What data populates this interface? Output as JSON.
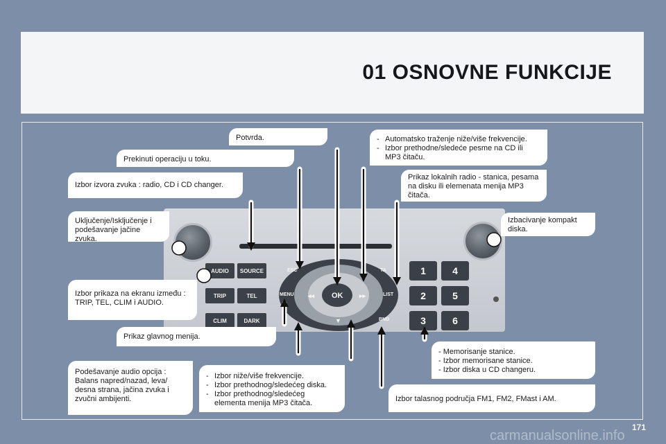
{
  "header": {
    "title": "01 OSNOVNE FUNKCIJE"
  },
  "callouts": {
    "potvrda": "Potvrda.",
    "prekinuti": "Prekinuti operaciju u toku.",
    "izbor_izvora": "Izbor izvora zvuka : radio, CD i CD changer.",
    "ukljucenje": [
      "Uključenje/Isključenje i",
      "podešavanje jačine zvuka."
    ],
    "izbor_prikaza": [
      "Izbor prikaza na ekranu između :",
      "TRIP, TEL, CLIM i AUDIO."
    ],
    "prikaz_menija": "Prikaz glavnog menija.",
    "podesavanje_audio": [
      "Podešavanje audio opcija :",
      "Balans napred/nazad, leva/",
      "desna strana, jačina zvuka i",
      "zvučni ambijenti."
    ],
    "automatsko": [
      "Automatsko traženje niže/više frekvencije.",
      "Izbor prethodne/sledeće pesme na CD ili MP3 čitaču."
    ],
    "prikaz_lokalnih": [
      "Prikaz lokalnih radio - stanica, pesama",
      "na disku ili elemenata menija MP3",
      "čitača."
    ],
    "izbacivanje": [
      "Izbacivanje kompakt",
      "diska."
    ],
    "izbor_nize": [
      "Izbor niže/više frekvencije.",
      "Izbor prethodnog/sledećeg diska.",
      "Izbor prethodnog/sledećeg elementa menija MP3 čitača."
    ],
    "memorisanje": [
      "- Memorisanje stanice.",
      "- Izbor memorisane stanice.",
      "- Izbor diska u CD changeru."
    ],
    "talasno": "Izbor talasnog područja FM1, FM2, FMast i AM."
  },
  "radio": {
    "buttons": {
      "audio": "AUDIO",
      "source": "SOURCE",
      "trip": "TRIP",
      "tel": "TEL",
      "clim": "CLIM",
      "dark": "DARK"
    },
    "labels": {
      "esc": "ESC",
      "menu": "MENU",
      "ok": "OK",
      "ta": "TA",
      "list": "LIST",
      "bnd": "BND"
    },
    "presets": [
      "1",
      "4",
      "2",
      "5",
      "3",
      "6"
    ]
  },
  "page_number": "171",
  "watermark": "carmanualsonline.info"
}
